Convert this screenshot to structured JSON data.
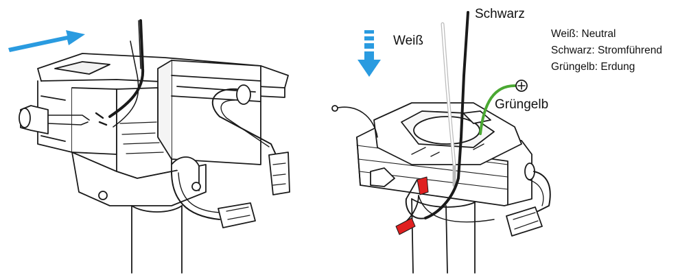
{
  "labels": {
    "white": "Weiß",
    "black": "Schwarz",
    "greenyellow": "Grüngelb"
  },
  "legend": [
    "Weiß: Neutral",
    "Schwarz: Stromführend",
    "Grüngelb: Erdung"
  ],
  "colors": {
    "arrow": "#2a9be0",
    "green_wire": "#4aa832",
    "connector_red": "#e02020",
    "line": "#1a1a1a"
  },
  "icons": [
    "arrow-right-icon",
    "arrow-down-dashed-icon",
    "ground-screw-icon"
  ]
}
